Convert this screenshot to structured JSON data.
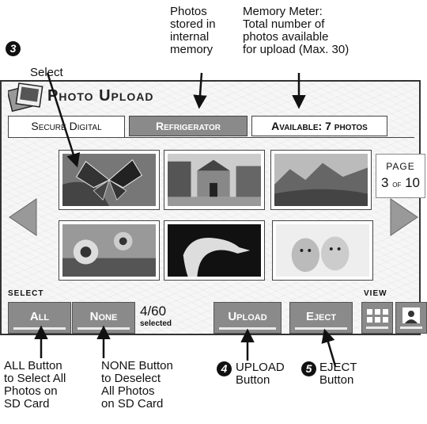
{
  "callouts": {
    "select_photos": {
      "num": "3",
      "text": "Select\nphotos"
    },
    "internal_memory": {
      "text": "Photos\nstored in\ninternal\nmemory"
    },
    "memory_meter": {
      "text": "Memory Meter:\nTotal number of\nphotos available\nfor upload (Max. 30)"
    },
    "all_button": {
      "text": "ALL Button\nto Select All\nPhotos on\nSD Card"
    },
    "none_button": {
      "text": "NONE Button\nto Deselect\nAll Photos\non SD Card"
    },
    "upload_button": {
      "num": "4",
      "text": "UPLOAD\nButton"
    },
    "eject_button": {
      "num": "5",
      "text": "EJECT\nButton"
    }
  },
  "app": {
    "title": "Photo Upload"
  },
  "tabs": {
    "secure_digital": "Secure Digital",
    "refrigerator": "Refrigerator",
    "available": "Available: 7 photos"
  },
  "pager": {
    "label": "PAGE",
    "current": "3",
    "of": "of",
    "total": "10"
  },
  "select": {
    "label": "SELECT",
    "all": "All",
    "none": "None",
    "count": "4/60",
    "selected": "selected"
  },
  "actions": {
    "upload": "Upload",
    "eject": "Eject"
  },
  "view": {
    "label": "VIEW"
  },
  "icons": [
    "folder-photo-icon",
    "left-arrow-icon",
    "right-arrow-icon",
    "grid-view-icon",
    "single-view-icon"
  ],
  "colors": {
    "button": "#8a8a8a",
    "arrow": "#999999"
  }
}
